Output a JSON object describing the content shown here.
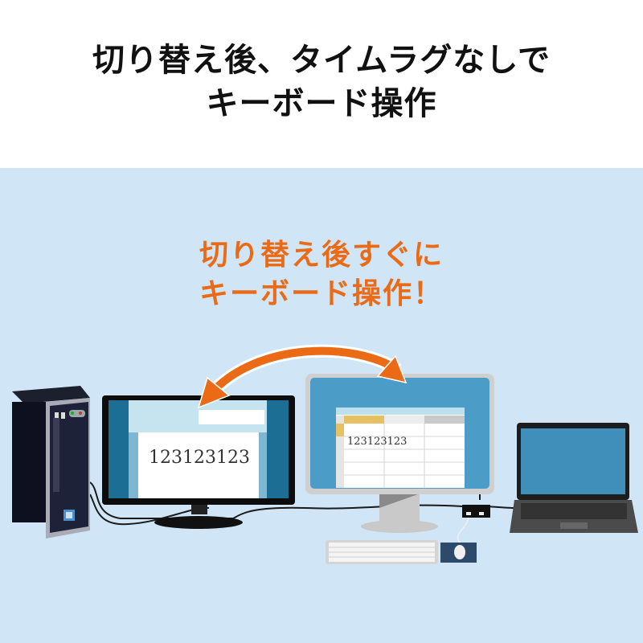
{
  "header": {
    "title_line1": "切り替え後、タイムラグなしで",
    "title_line2": "キーボード操作"
  },
  "callout": {
    "line1": "切り替え後すぐに",
    "line2": "キーボード操作！",
    "color": "#eb6a16"
  },
  "left_monitor": {
    "screen_text": "123123123"
  },
  "right_monitor": {
    "cell_text": "123123123"
  },
  "colors": {
    "background": "#d0e6f7",
    "arrow": "#eb6a16",
    "screen_blue": "#4b9cc6"
  }
}
